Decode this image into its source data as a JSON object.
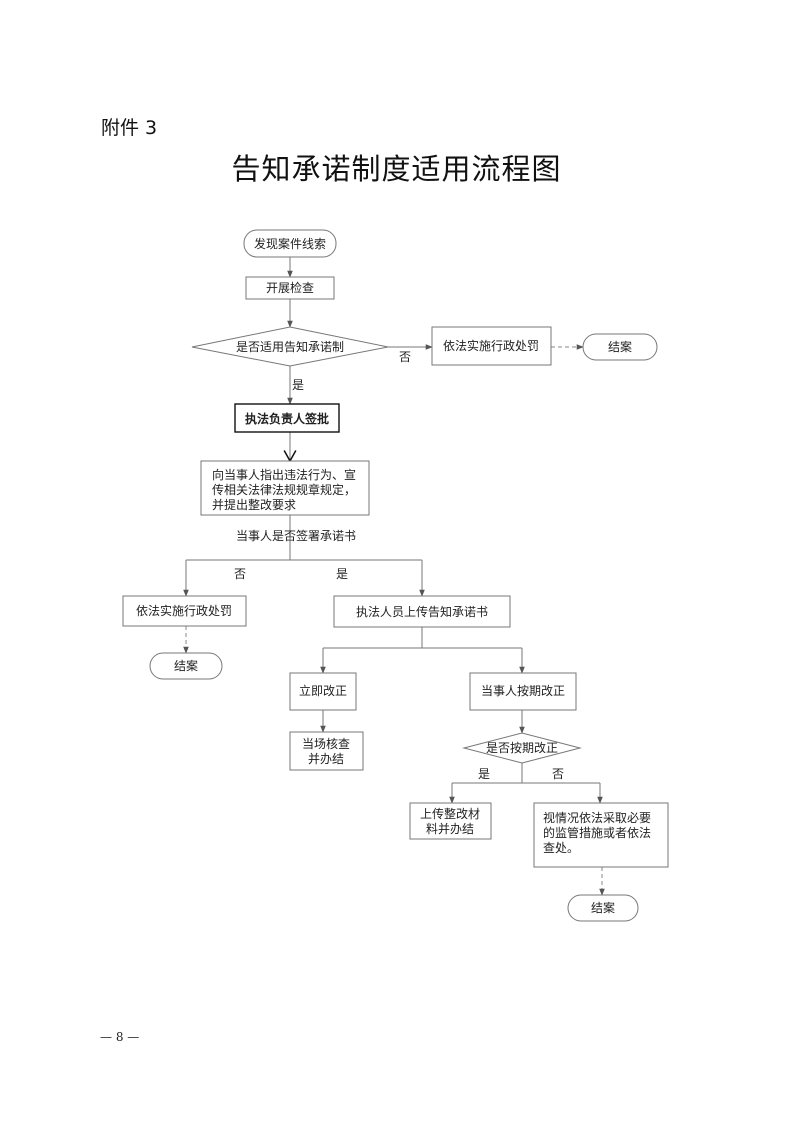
{
  "attachment_label": "附件 3",
  "title": "告知承诺制度适用流程图",
  "page_number": "— 8 —",
  "nodes": {
    "start": "发现案件线索",
    "inspect": "开展检查",
    "decision_apply": "是否适用告知承诺制",
    "penalty_top": "依法实施行政处罚",
    "end_top": "结案",
    "approve": "执法负责人签批",
    "notify_line1": "向当事人指出违法行为、宣",
    "notify_line2": "传相关法律法规规章规定，",
    "notify_line3": "并提出整改要求",
    "sign_question": "当事人是否签署承诺书",
    "penalty_left": "依法实施行政处罚",
    "end_left": "结案",
    "upload_letter": "执法人员上传告知承诺书",
    "correct_now": "立即改正",
    "verify_line1": "当场核查",
    "verify_line2": "并办结",
    "deadline_correct": "当事人按期改正",
    "decision_deadline": "是否按期改正",
    "upload_material_line1": "上传整改材",
    "upload_material_line2": "料并办结",
    "measures_line1": "视情况依法采取必要",
    "measures_line2": "的监管措施或者依法",
    "measures_line3": "查处。",
    "end_bottom": "结案"
  },
  "edge_labels": {
    "no_apply": "否",
    "yes_apply": "是",
    "no_sign": "否",
    "yes_sign": "是",
    "yes_deadline": "是",
    "no_deadline": "否"
  }
}
